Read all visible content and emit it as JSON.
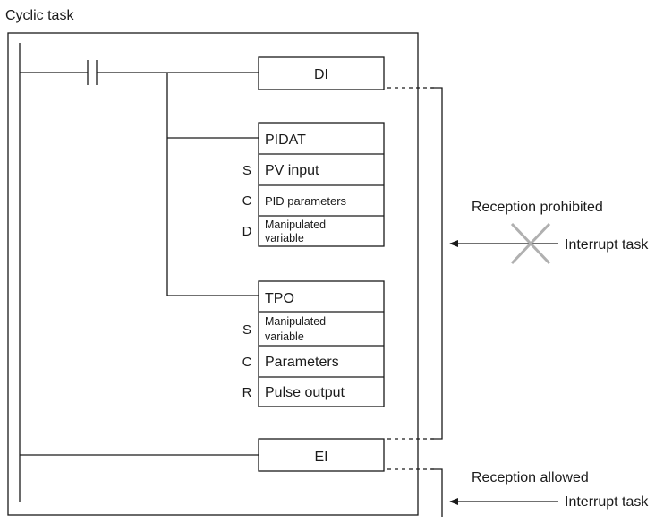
{
  "title": "Cyclic task",
  "instructions": {
    "di": "DI",
    "ei": "EI",
    "pidat": {
      "name": "PIDAT",
      "operands": [
        {
          "prefix": "S",
          "label": "PV input"
        },
        {
          "prefix": "C",
          "label": "PID parameters"
        },
        {
          "prefix": "D",
          "label_line1": "Manipulated",
          "label_line2": "variable"
        }
      ]
    },
    "tpo": {
      "name": "TPO",
      "operands": [
        {
          "prefix": "S",
          "label_line1": "Manipulated",
          "label_line2": "variable"
        },
        {
          "prefix": "C",
          "label": "Parameters"
        },
        {
          "prefix": "R",
          "label": "Pulse output"
        }
      ]
    }
  },
  "annotations": {
    "prohibited": {
      "status": "Reception prohibited",
      "source": "Interrupt task"
    },
    "allowed": {
      "status": "Reception allowed",
      "source": "Interrupt task"
    }
  },
  "colors": {
    "line": "#1a1a1a",
    "cross": "#b0b0b0"
  }
}
